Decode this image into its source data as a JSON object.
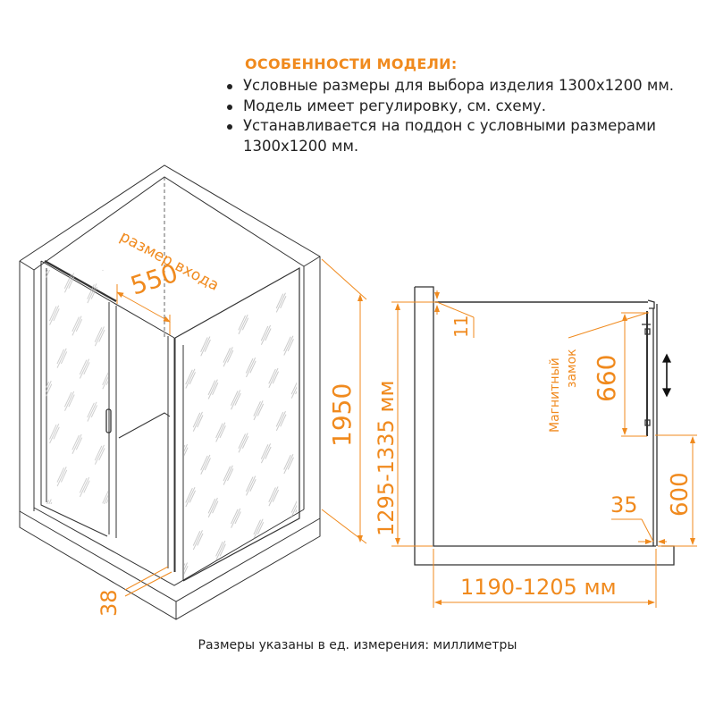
{
  "features": {
    "title": "ОСОБЕННОСТИ МОДЕЛИ:",
    "items": [
      "Условные размеры для выбора изделия 1300x1200 мм.",
      "Модель имеет регулировку, см. схему.",
      "Устанавливается на поддон с условными размерами 1300x1200 мм."
    ]
  },
  "iso_view": {
    "entrance_label": "размер входа",
    "entrance_width": "550",
    "height": "1950",
    "tray_dim": "38"
  },
  "plan_view": {
    "adjust_range": "1295-1335 мм",
    "offset_top": "11",
    "magnet_label_1": "Магнитный",
    "magnet_label_2": "замок",
    "door_height": "660",
    "panel_height": "600",
    "gap": "35",
    "width_range": "1190-1205 мм"
  },
  "colors": {
    "accent": "#f08a1e",
    "line": "#333333"
  },
  "footnote": "Размеры указаны в ед. измерения: миллиметры"
}
